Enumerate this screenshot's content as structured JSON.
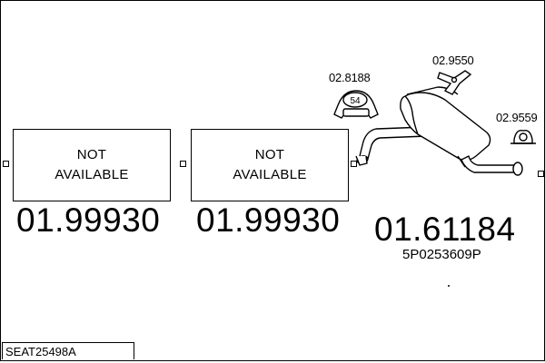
{
  "diagram": {
    "not_available": [
      "NOT",
      "AVAILABLE"
    ],
    "parts": [
      {
        "number": "01.99930",
        "available": false
      },
      {
        "number": "01.99930",
        "available": false
      },
      {
        "number": "01.61184",
        "oe_reference": "5P0253609P",
        "available": true
      }
    ],
    "accessories": [
      {
        "number": "02.8188",
        "icon": "clamp-icon",
        "badge": "54"
      },
      {
        "number": "02.9550",
        "icon": "hanger-icon"
      },
      {
        "number": "02.9559",
        "icon": "rubber-mount-icon"
      }
    ],
    "vehicle_reference": "SEAT25498A"
  }
}
